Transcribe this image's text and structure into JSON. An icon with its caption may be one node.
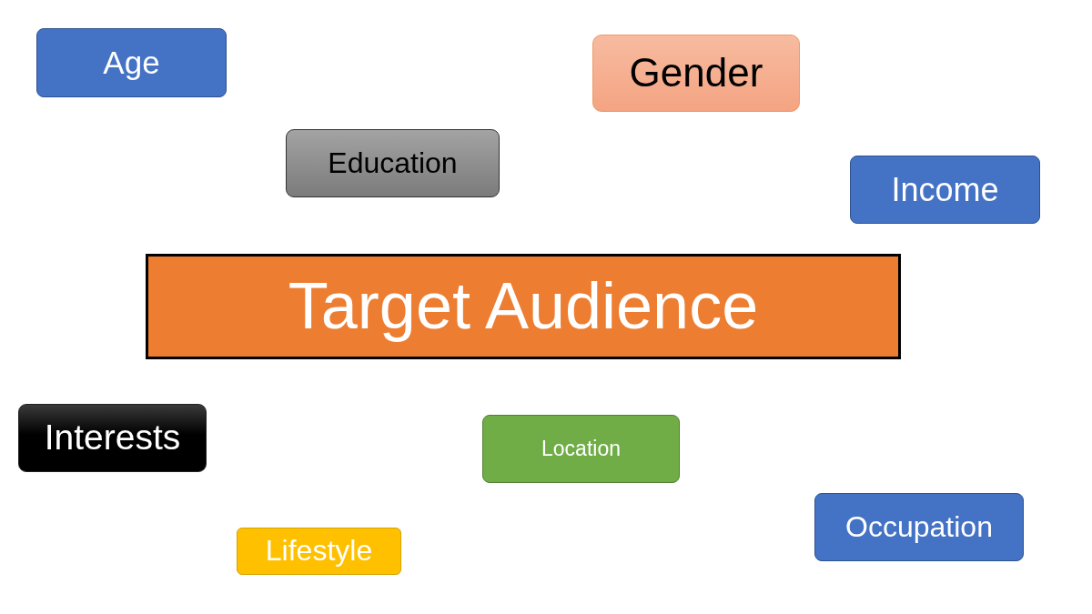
{
  "diagram": {
    "nodes": [
      {
        "text": [
          "Age"
        ]
      },
      {
        "text": [
          "Gender"
        ]
      },
      {
        "text": [
          "Education"
        ]
      },
      {
        "text": [
          "Income"
        ]
      },
      {
        "text": [
          "Target Audience"
        ]
      },
      {
        "text": [
          "Interests"
        ]
      },
      {
        "text": [
          "Location"
        ]
      },
      {
        "text": [
          "Occupation"
        ]
      },
      {
        "text": [
          "Lifestyle"
        ]
      }
    ]
  }
}
